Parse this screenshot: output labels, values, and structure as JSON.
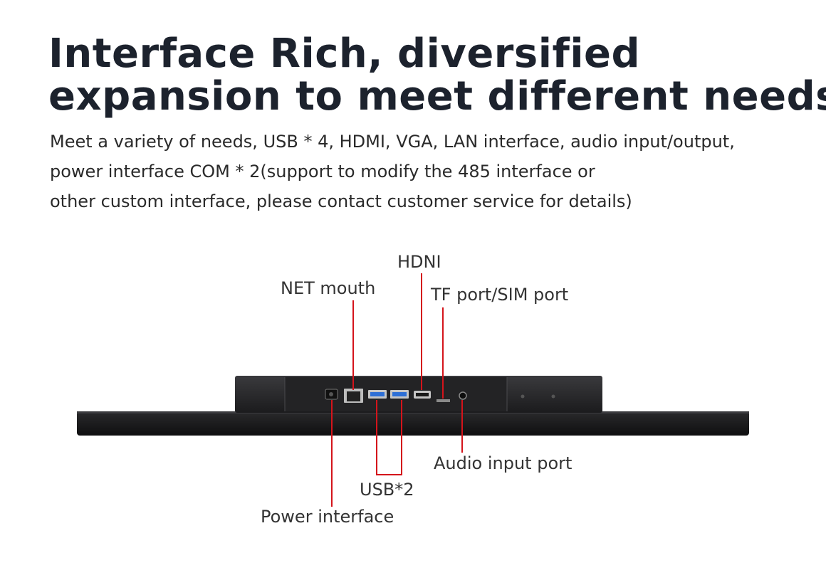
{
  "heading": {
    "line1": "Interface Rich, diversified",
    "line2": "expansion to meet different needs"
  },
  "description": {
    "line1": "Meet a variety of needs, USB * 4, HDMI, VGA, LAN interface, audio input/output,",
    "line2": "power interface COM * 2(support to modify the 485 interface or",
    "line3": "other custom interface, please contact customer service for details)"
  },
  "callouts": {
    "hdni": "HDNI",
    "net_mouth": "NET mouth",
    "tf_sim_port": "TF port/SIM port",
    "audio_input_port": "Audio input port",
    "usb2": "USB*2",
    "power_interface": "Power interface"
  },
  "colors": {
    "leader_line": "#d4141b",
    "device_body": "#1d1d1f",
    "usb_port": "#2d6fd6"
  }
}
